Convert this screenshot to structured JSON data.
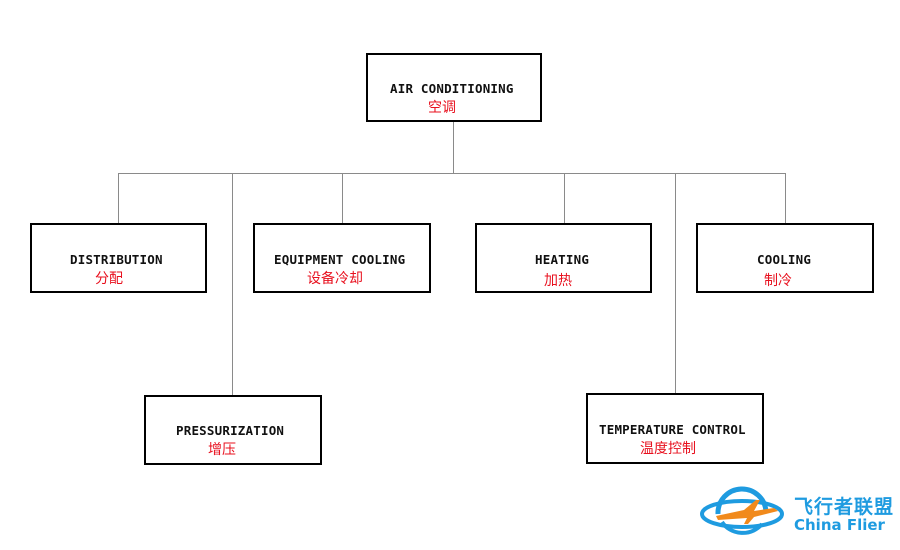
{
  "diagram": {
    "root": {
      "label_en": "AIR CONDITIONING",
      "label_zh": "空调"
    },
    "children": [
      {
        "id": "distribution",
        "label_en": "DISTRIBUTION",
        "label_zh": "分配"
      },
      {
        "id": "pressurization",
        "label_en": "PRESSURIZATION",
        "label_zh": "增压"
      },
      {
        "id": "equipment-cooling",
        "label_en": "EQUIPMENT COOLING",
        "label_zh": "设备冷却"
      },
      {
        "id": "heating",
        "label_en": "HEATING",
        "label_zh": "加热"
      },
      {
        "id": "temperature-control",
        "label_en": "TEMPERATURE CONTROL",
        "label_zh": "温度控制"
      },
      {
        "id": "cooling",
        "label_en": "COOLING",
        "label_zh": "制冷"
      }
    ],
    "colors": {
      "box_border": "#000000",
      "english_text": "#111111",
      "chinese_text": "#e8101e",
      "connector": "#8a8a8a"
    }
  },
  "watermark": {
    "text_zh": "飞行者联盟",
    "text_en": "China Flier",
    "icon": "globe-plane-icon",
    "color": "#1e9be0"
  }
}
